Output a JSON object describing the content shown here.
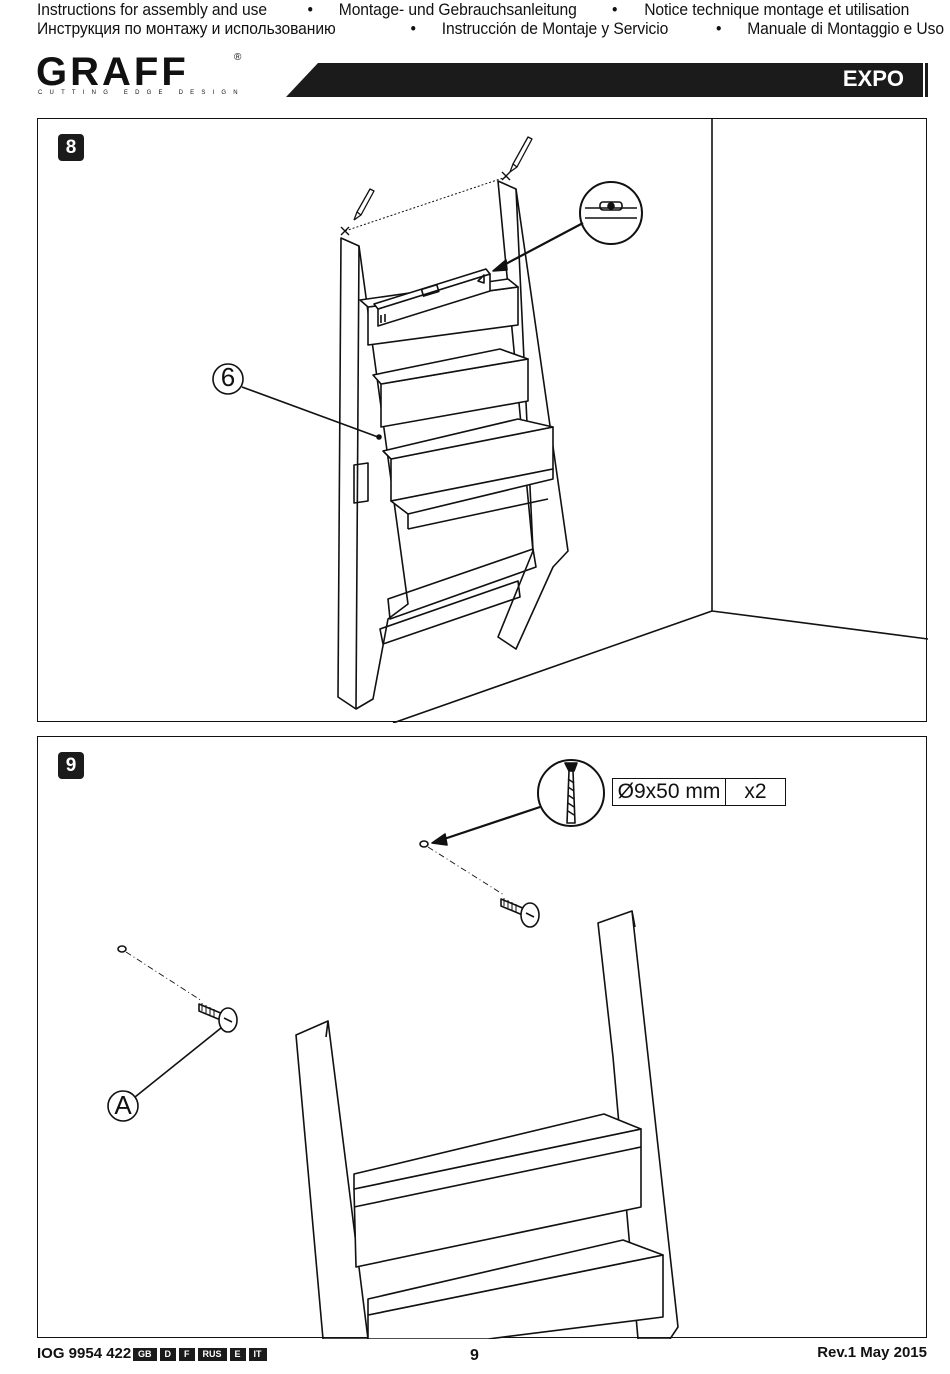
{
  "header": {
    "line1": [
      "Instructions for assembly and use",
      "•",
      "Montage- und Gebrauchsanleitung",
      "•",
      "Notice technique montage et utilisation"
    ],
    "line2": [
      "Инструкция по монтажу и использованию",
      "•",
      "Instrucción de Montaje y Servicio",
      "•",
      "Manuale di Montaggio e Uso"
    ],
    "brand": "GRAFF",
    "brand_mark": "®",
    "tagline": "CUTTING EDGE DESIGN",
    "product": "EXPO"
  },
  "step8": {
    "number": "8",
    "callout": "6"
  },
  "step9": {
    "number": "9",
    "spec_size": "Ø9x50 mm",
    "spec_qty": "x2",
    "callout": "A"
  },
  "footer": {
    "code": "IOG 9954 422",
    "languages": [
      "GB",
      "D",
      "F",
      "RUS",
      "E",
      "IT"
    ],
    "page": "9",
    "revision": "Rev.1 May 2015"
  }
}
